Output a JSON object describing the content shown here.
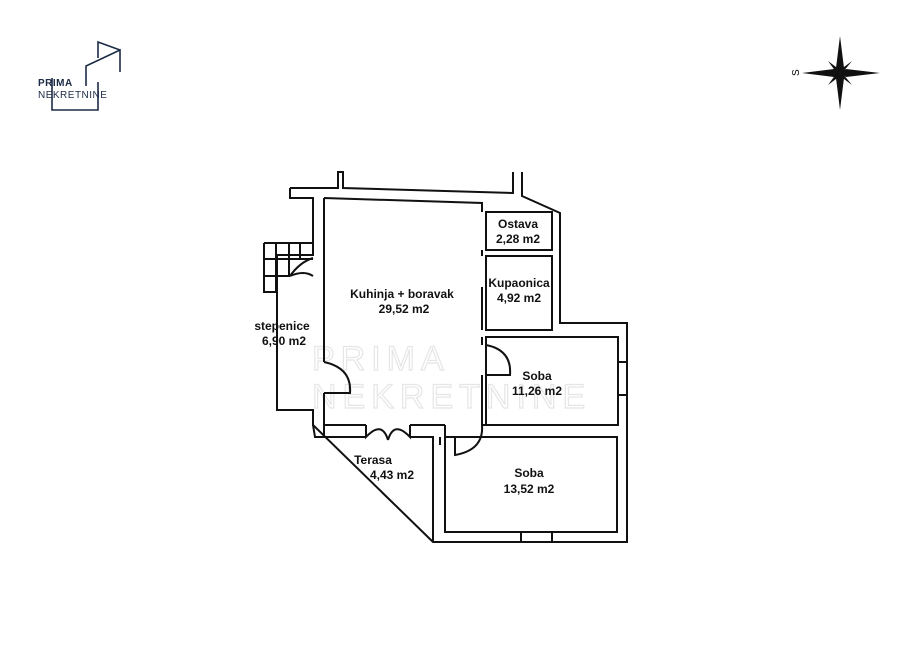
{
  "logo": {
    "line1": "PRIMA",
    "line2": "NEKRETNINE",
    "color": "#1b2b45"
  },
  "compass": {
    "label": "S"
  },
  "watermark": {
    "line1": "PRIMA",
    "line2": "NEKRETNINE"
  },
  "rooms": [
    {
      "name": "Kuhinja + boravak",
      "area": "29,52 m2"
    },
    {
      "name": "Ostava",
      "area": "2,28 m2"
    },
    {
      "name": "Kupaonica",
      "area": "4,92 m2"
    },
    {
      "name": "stepenice",
      "area": "6,90 m2"
    },
    {
      "name": "Soba",
      "area": "11,26 m2"
    },
    {
      "name": "Terasa",
      "area": "4,43 m2"
    },
    {
      "name": "Soba",
      "area": "13,52 m2"
    }
  ]
}
